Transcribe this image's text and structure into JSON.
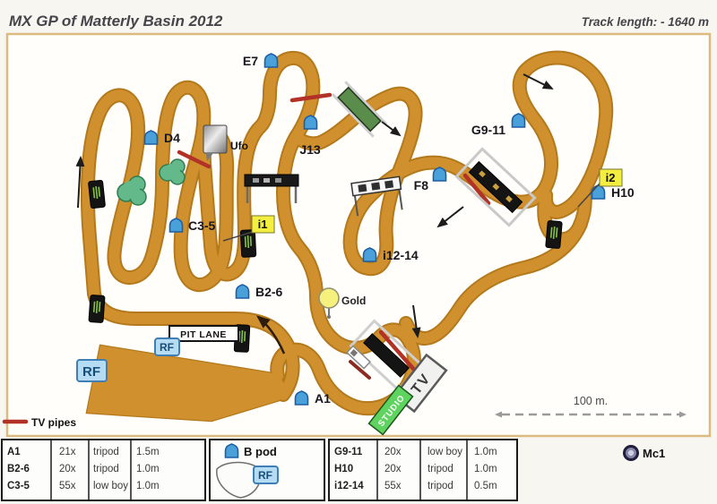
{
  "header": {
    "title": "MX GP of Matterly Basin 2012",
    "track_length": "Track length: - 1640 m"
  },
  "map": {
    "pods": [
      {
        "id": "E7",
        "label": "E7"
      },
      {
        "id": "D4",
        "label": "D4"
      },
      {
        "id": "J13",
        "label": "J13"
      },
      {
        "id": "C3-5",
        "label": "C3-5"
      },
      {
        "id": "B2-6",
        "label": "B2-6"
      },
      {
        "id": "F8",
        "label": "F8"
      },
      {
        "id": "G9-11",
        "label": "G9-11"
      },
      {
        "id": "i12-14",
        "label": "i12-14"
      },
      {
        "id": "H10",
        "label": "H10"
      },
      {
        "id": "A1",
        "label": "A1"
      }
    ],
    "tags": [
      {
        "label": "i1"
      },
      {
        "label": "i2"
      }
    ],
    "ufo_label": "Ufo",
    "gold_label": "Gold",
    "pit_lane_label": "PIT LANE",
    "rf_label": "RF",
    "tv_label": "TV",
    "studio_label": "STUDIO",
    "scale_label": "100 m.",
    "tv_pipes_label": "TV pipes"
  },
  "legend": {
    "left_table": {
      "rows": [
        {
          "id": "A1",
          "zoom": "21x",
          "mount": "tripod",
          "height": "1.5m"
        },
        {
          "id": "B2-6",
          "zoom": "20x",
          "mount": "tripod",
          "height": "1.0m"
        },
        {
          "id": "C3-5",
          "zoom": "55x",
          "mount": "low boy",
          "height": "1.0m"
        }
      ]
    },
    "right_table": {
      "rows": [
        {
          "id": "G9-11",
          "zoom": "20x",
          "mount": "low boy",
          "height": "1.0m"
        },
        {
          "id": "H10",
          "zoom": "20x",
          "mount": "tripod",
          "height": "1.0m"
        },
        {
          "id": "i12-14",
          "zoom": "55x",
          "mount": "tripod",
          "height": "0.5m"
        }
      ]
    },
    "b_pod_label": "B pod",
    "rf_label": "RF",
    "mc1_label": "Mc1"
  },
  "colors": {
    "track": "#d0902e",
    "track_edge": "#b3791c",
    "pod_blue": "#4aa0d8",
    "tag_yellow": "#f3ee3f",
    "pipe_red": "#b23227",
    "studio_green": "#5fd35f",
    "frame_tan": "#dcba80"
  }
}
